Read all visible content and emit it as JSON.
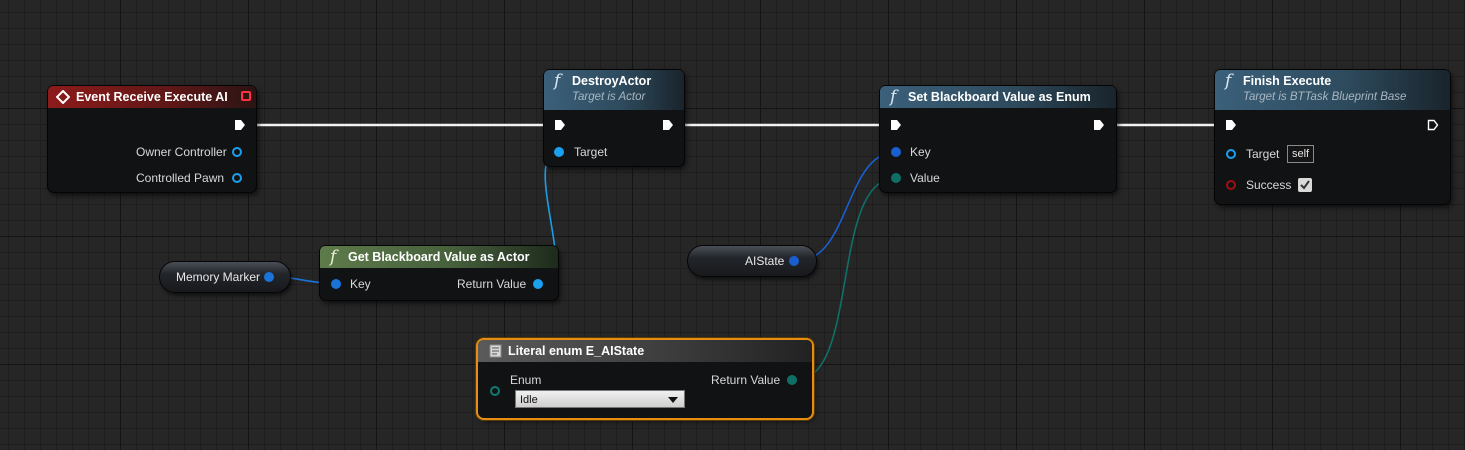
{
  "nodes": {
    "event": {
      "title": "Event Receive Execute AI",
      "pins": {
        "owner_controller": "Owner Controller",
        "controlled_pawn": "Controlled Pawn"
      }
    },
    "destroy_actor": {
      "title": "DestroyActor",
      "subtitle": "Target is Actor",
      "pins": {
        "target": "Target"
      }
    },
    "set_blackboard": {
      "title": "Set Blackboard Value as Enum",
      "pins": {
        "key": "Key",
        "value": "Value"
      }
    },
    "finish_execute": {
      "title": "Finish Execute",
      "subtitle": "Target is BTTask Blueprint Base",
      "pins": {
        "target": "Target",
        "target_default": "self",
        "success": "Success",
        "success_checked": true
      }
    },
    "get_blackboard": {
      "title": "Get Blackboard Value as Actor",
      "pins": {
        "key": "Key",
        "return_value": "Return Value"
      }
    },
    "literal_enum": {
      "title": "Literal enum E_AIState",
      "pins": {
        "enum": "Enum",
        "enum_value": "Idle",
        "return_value": "Return Value"
      }
    }
  },
  "variables": {
    "memory_marker": "Memory Marker",
    "aistate": "AIState"
  },
  "colors": {
    "exec_wire": "#ffffff",
    "object_pin": "#1a7ee6",
    "enum_pin": "#0f6f66",
    "bool_pin": "#a01010",
    "selection_outline": "#e58e12"
  }
}
